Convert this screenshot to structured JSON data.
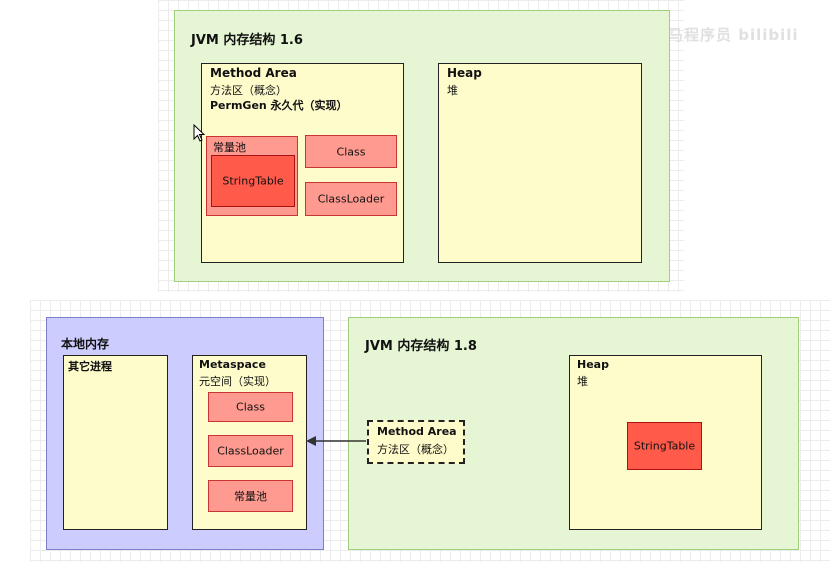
{
  "watermark": "黑马程序员 bilibili",
  "jvm16": {
    "title": "JVM 内存结构 1.6",
    "method_area": {
      "line1": "Method Area",
      "line2": "方法区（概念）",
      "line3": "PermGen 永久代（实现）",
      "constant_pool": "常量池",
      "string_table": "StringTable",
      "class": "Class",
      "classloader": "ClassLoader"
    },
    "heap": {
      "line1": "Heap",
      "line2": "堆"
    }
  },
  "native_memory": {
    "title": "本地内存",
    "other_process": "其它进程",
    "metaspace": {
      "line1": "Metaspace",
      "line2": "元空间（实现）",
      "class": "Class",
      "classloader": "ClassLoader",
      "constant_pool": "常量池"
    }
  },
  "jvm18": {
    "title": "JVM 内存结构 1.8",
    "method_area": {
      "line1": "Method Area",
      "line2": "方法区（概念）"
    },
    "heap": {
      "line1": "Heap",
      "line2": "堆",
      "string_table": "StringTable"
    }
  },
  "colors": {
    "green_panel": "#e6f6d4",
    "purple_panel": "#ccccff",
    "yellow_panel": "#fffccc",
    "red_light": "#ff9a90",
    "red_strong": "#ff5a4a"
  }
}
